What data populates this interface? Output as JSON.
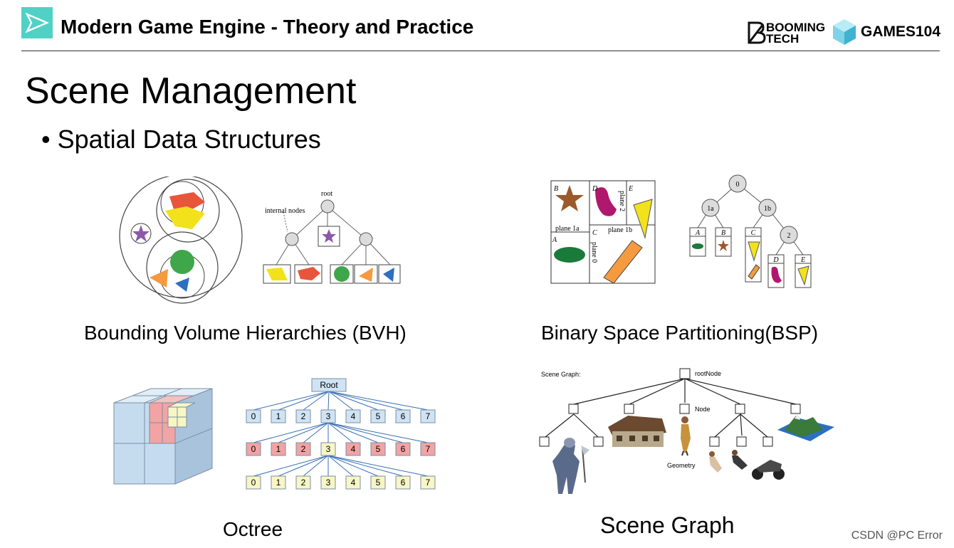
{
  "header": {
    "course_title": "Modern Game Engine - Theory and Practice",
    "brand1_top": "BOOMING",
    "brand1_bottom": "TECH",
    "brand2": "GAMES104"
  },
  "slide": {
    "title": "Scene Management",
    "bullet": "Spatial Data Structures"
  },
  "bvh": {
    "caption": "Bounding Volume Hierarchies (BVH)",
    "root_label": "root",
    "internal_label": "internal nodes"
  },
  "bsp": {
    "caption": "Binary Space Partitioning(BSP)",
    "region_b": "B",
    "region_d": "D",
    "region_e": "E",
    "region_a": "A",
    "region_c": "C",
    "plane_1a": "plane 1a",
    "plane_1b": "plane 1b",
    "plane_0": "plane 0",
    "plane_2": "plane 2",
    "node_0": "0",
    "node_1a": "1a",
    "node_1b": "1b",
    "node_2": "2",
    "leaf_a": "A",
    "leaf_b": "B",
    "leaf_c": "C",
    "leaf_d": "D",
    "leaf_e": "E"
  },
  "octree": {
    "caption": "Octree",
    "root_label": "Root",
    "row_labels": [
      "0",
      "1",
      "2",
      "3",
      "4",
      "5",
      "6",
      "7"
    ]
  },
  "scene_graph": {
    "caption": "Scene Graph",
    "title": "Scene Graph:",
    "root_node": "rootNode",
    "node_label": "Node",
    "geometry_label": "Geometry"
  },
  "footer": {
    "credit": "CSDN @PC Error"
  },
  "colors": {
    "teal": "#4fd1c5",
    "red": "#e8553a",
    "yellow": "#f2e21c",
    "green": "#3fa64a",
    "orange": "#f59a3e",
    "blue": "#2d6fc1",
    "purple": "#8a5aa8",
    "brown": "#9a5a2c",
    "magenta": "#b0186e",
    "octree_blue": "#cfe3f3",
    "octree_red": "#f2a3a3",
    "octree_yellow": "#f7f6c4"
  }
}
